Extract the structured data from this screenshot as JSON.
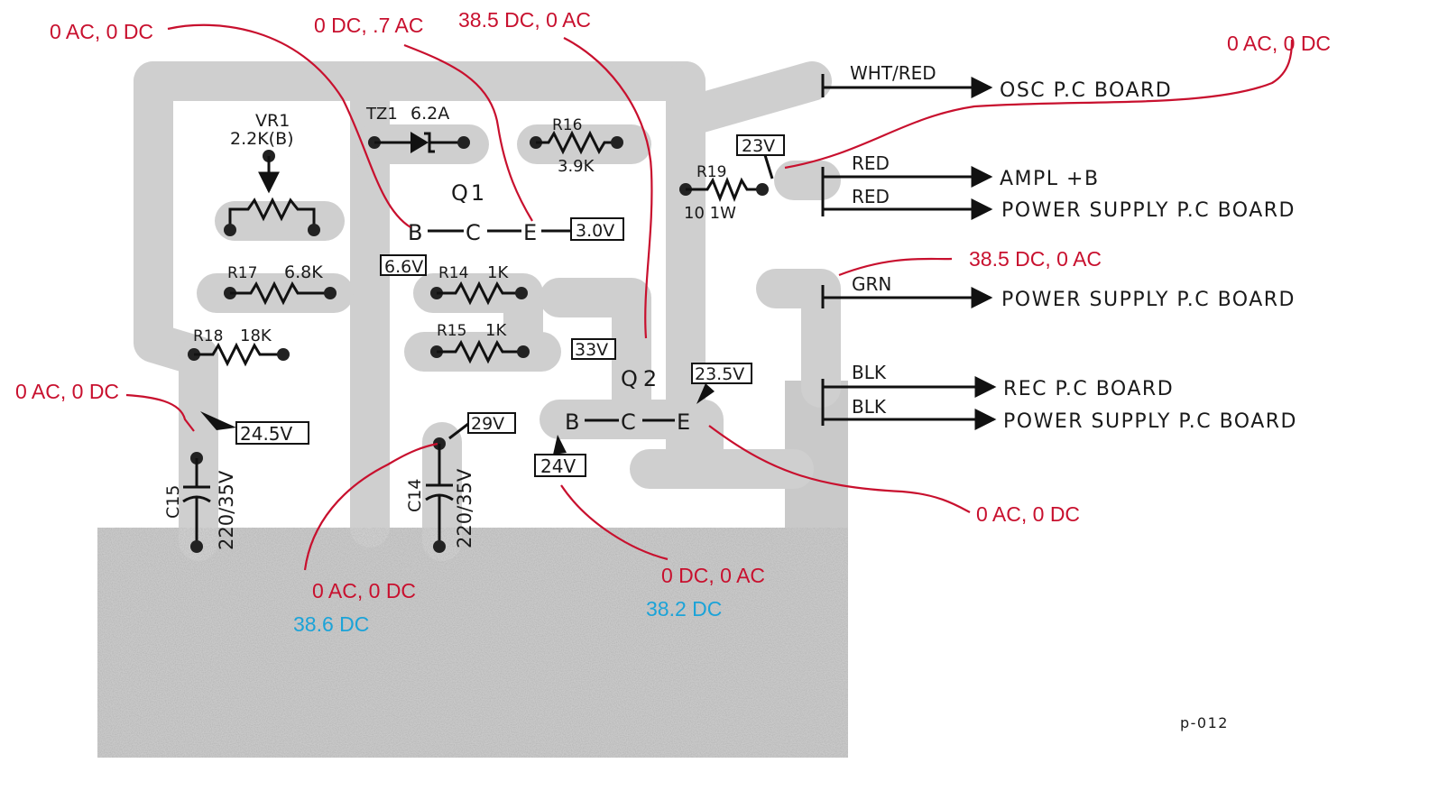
{
  "components": {
    "vr1": "VR1",
    "vr1_value": "2.2K(B)",
    "tz1": "TZ1",
    "tz1_value": "6.2A",
    "r16": "R16",
    "r16_value": "3.9K",
    "q1": "Q1",
    "q2": "Q2",
    "r19": "R19",
    "r19_value": "10   1W",
    "r17": "R17",
    "r17_value": "6.8K",
    "r14": "R14",
    "r14_value": "1K",
    "r15": "R15",
    "r15_value": "1K",
    "r18": "R18",
    "r18_value": "18K",
    "c15": "C15",
    "c15_value": "220/35V",
    "c14": "C14",
    "c14_value": "220/35V"
  },
  "pins": {
    "b": "B",
    "c": "C",
    "e": "E"
  },
  "voltage_boxes": {
    "q1_e": "3.0V",
    "q1_b": "6.6V",
    "r19": "23V",
    "q2_c": "33V",
    "q2_e": "23.5V",
    "c15": "24.5V",
    "c14": "29V",
    "q2_b": "24V"
  },
  "connectors": [
    {
      "wire": "WHT/RED",
      "dest": "OSC  P.C  BOARD"
    },
    {
      "wire": "RED",
      "dest": "AMPL  +B"
    },
    {
      "wire": "RED",
      "dest": "POWER  SUPPLY  P.C  BOARD"
    },
    {
      "wire": "GRN",
      "dest": "POWER  SUPPLY  P.C  BOARD"
    },
    {
      "wire": "BLK",
      "dest": "REC  P.C  BOARD"
    },
    {
      "wire": "BLK",
      "dest": "POWER  SUPPLY  P.C  BOARD"
    }
  ],
  "annotations": {
    "q1_base": "0 AC, 0 DC",
    "q1_collector": "0 DC, .7 AC",
    "q1_emitter": "38.5 DC, 0 AC",
    "red_lead": "0 AC, 0 DC",
    "grn_lead": "38.5 DC, 0 AC",
    "c15_node": "0 AC, 0 DC",
    "q2_emitter": "0 AC, 0 DC",
    "c14_node": "0 AC, 0 DC",
    "c14_dc": "38.6 DC",
    "q2_base": "0 DC, 0 AC",
    "q2_base_dc": "38.2 DC"
  },
  "page_id": "p-012",
  "colors": {
    "annotation_red": "#c8102e",
    "annotation_blue": "#1ba3d8",
    "board_gray": "#c9c9c9"
  }
}
